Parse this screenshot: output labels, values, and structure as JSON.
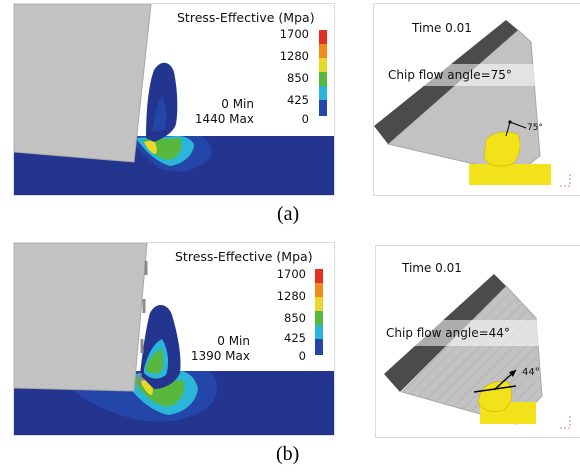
{
  "colors": {
    "tool": "#c2c2c2",
    "workpiece": "#23358f",
    "edge": "#4b4b4b",
    "chip_yellow": "#f1e21a",
    "scale": [
      "#e23022",
      "#f08a1c",
      "#e8d829",
      "#57b83d",
      "#2ab6d8",
      "#2446a8"
    ]
  },
  "panels": [
    {
      "legend_title": "Stress-Effective (Mpa)",
      "scale_ticks": [
        "1700",
        "1280",
        "850",
        "425",
        "0"
      ],
      "min_text": "0 Min",
      "max_text": "1440 Max",
      "time_label": "Time 0.01",
      "chip_flow_label": "Chip flow angle=75°",
      "angle_label": "75°",
      "caption": "(a)"
    },
    {
      "legend_title": "Stress-Effective (Mpa)",
      "scale_ticks": [
        "1700",
        "1280",
        "850",
        "425",
        "0"
      ],
      "min_text": "0 Min",
      "max_text": "1390 Max",
      "time_label": "Time 0.01",
      "chip_flow_label": "Chip flow angle=44°",
      "angle_label": "44°",
      "caption": "(b)"
    }
  ]
}
